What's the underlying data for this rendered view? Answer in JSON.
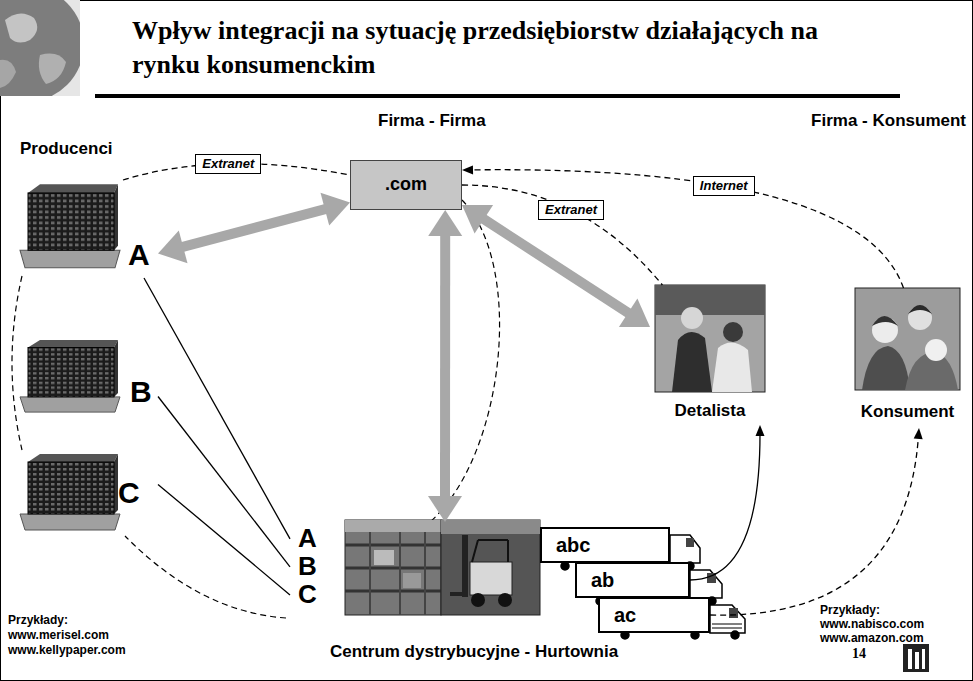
{
  "diagram": {
    "title": "Wpływ integracji na sytuację przedsiębiorstw działających na rynku konsumenckim",
    "nodes": [
      {
        "text": [
          "A"
        ]
      },
      {
        "text": [
          "B"
        ]
      },
      {
        "text": [
          "C"
        ]
      },
      {
        "text": [
          ".com"
        ]
      },
      {
        "text": [
          "Detalista"
        ]
      },
      {
        "text": [
          "Konsument"
        ]
      },
      {
        "text": [
          "A",
          "B",
          "C",
          "Centrum dystrybucyjne - Hurtownia"
        ]
      },
      {
        "text": [
          "abc"
        ]
      },
      {
        "text": [
          "ab"
        ]
      },
      {
        "text": [
          "ac"
        ]
      }
    ],
    "edges": [
      {
        "from": 0,
        "to": 3,
        "arrow": "none",
        "label": "Extranet"
      },
      {
        "from": 0,
        "to": 3,
        "arrow": "both"
      },
      {
        "from": 3,
        "to": 6,
        "arrow": "both"
      },
      {
        "from": 3,
        "to": 4,
        "arrow": "both"
      },
      {
        "from": 3,
        "to": 4,
        "arrow": "none",
        "label": "Extranet"
      },
      {
        "from": 5,
        "to": 3,
        "arrow": "to",
        "label": "Internet"
      },
      {
        "from": 0,
        "to": 6,
        "arrow": "none"
      },
      {
        "from": 1,
        "to": 6,
        "arrow": "none"
      },
      {
        "from": 2,
        "to": 6,
        "arrow": "none"
      },
      {
        "from": 8,
        "to": 4,
        "arrow": "to"
      },
      {
        "from": 9,
        "to": 5,
        "arrow": "to"
      }
    ],
    "labels": [
      "Firma - Firma",
      "Firma - Konsument",
      "Producenci",
      "Przykłady:",
      "www.merisel.com",
      "www.kellypaper.com",
      "Przykłady:",
      "www.nabisco.com",
      "www.amazon.com",
      "14"
    ]
  }
}
